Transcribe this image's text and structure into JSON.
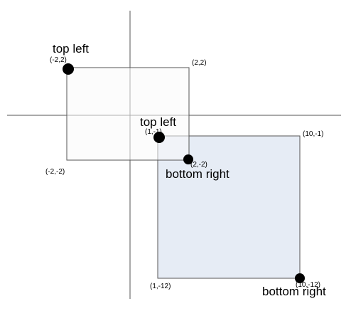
{
  "diagram": {
    "colors": {
      "axis": "#555555",
      "rect_a_fill": "#fafafa",
      "rect_a_stroke": "#555555",
      "rect_b_fill": "#e6ecf5",
      "rect_b_stroke": "#555555",
      "dot": "#000000"
    },
    "rect_a": {
      "corner_labels": {
        "top_left": "(-2,2)",
        "top_right": "(2,2)",
        "bottom_left": "(-2,-2)",
        "bottom_right": "(2,-2)"
      },
      "top_left_caption": "top left",
      "bottom_right_caption": "bottom right"
    },
    "rect_b": {
      "corner_labels": {
        "top_left": "(1,-1)",
        "top_right": "(10,-1)",
        "bottom_left": "(1,-12)",
        "bottom_right": "(10,-12)"
      },
      "top_left_caption": "top left",
      "bottom_right_caption": "bottom right"
    }
  }
}
